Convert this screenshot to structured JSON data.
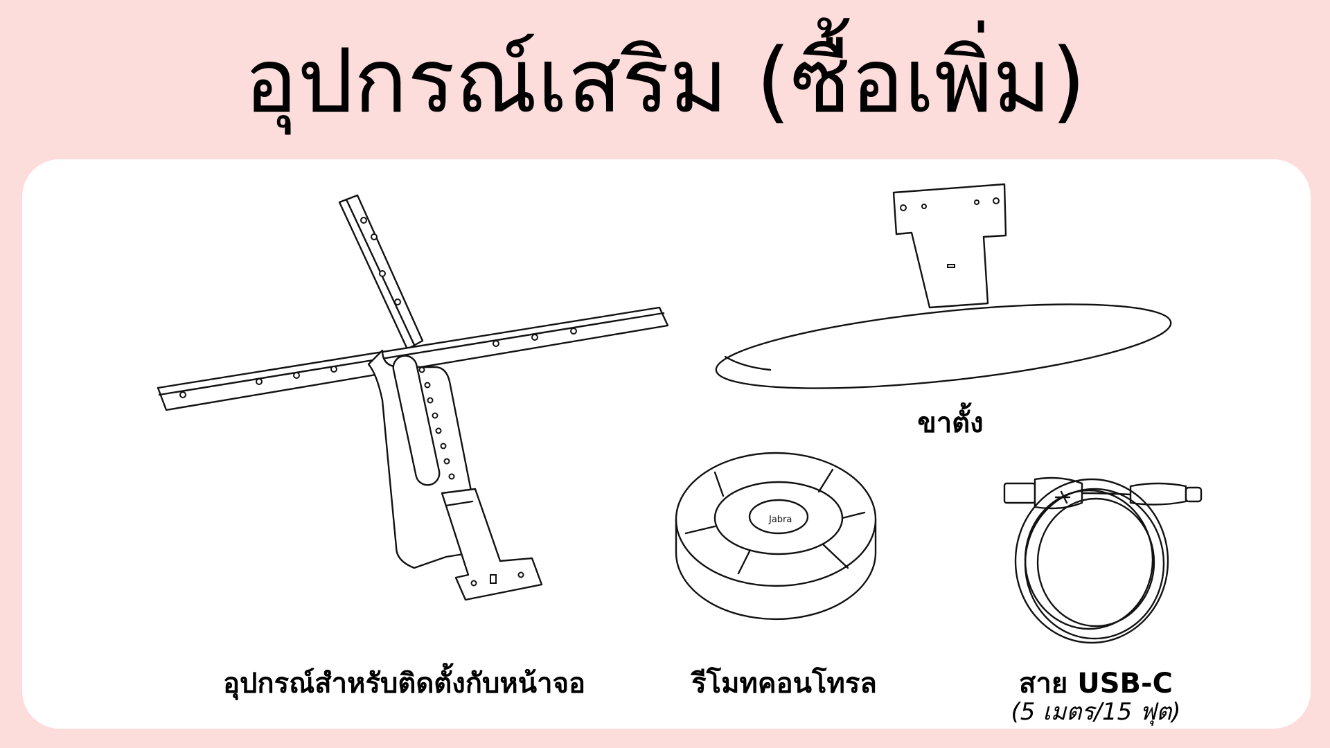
{
  "title": "อุปกรณ์เสริม (ซื้อเพิ่ม)",
  "items": {
    "mount": {
      "label": "อุปกรณ์สำหรับติดตั้งกับหน้าจอ"
    },
    "stand": {
      "label": "ขาตั้ง"
    },
    "remote": {
      "label": "รีโมทคอนโทรล",
      "brand": "Jabra"
    },
    "cable": {
      "label": "สาย USB-C",
      "detail": "(5 เมตร/15 ฟุต)"
    }
  },
  "colors": {
    "background": "#fddcdc",
    "card": "#ffffff",
    "ink": "#111111"
  }
}
